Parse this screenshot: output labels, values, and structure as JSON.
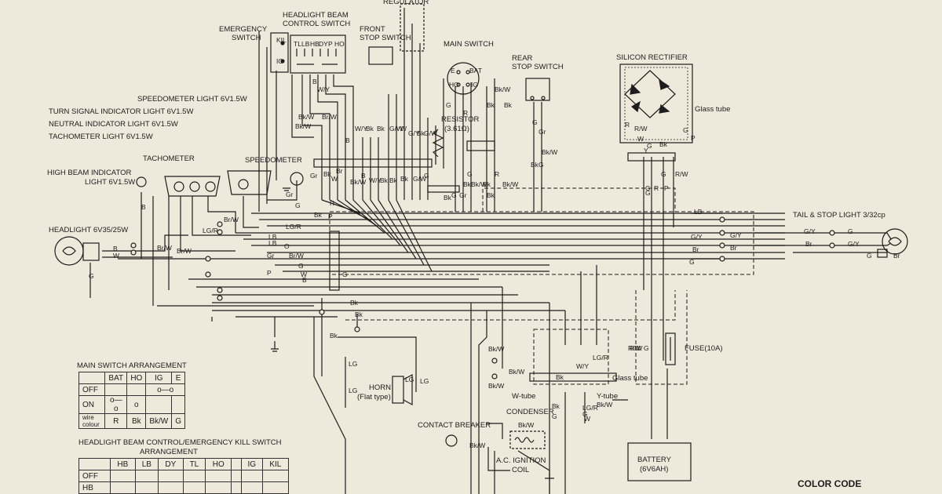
{
  "components": {
    "regulator": "REGULATOR",
    "headlight_beam_control_switch": [
      "HEADLIGHT BEAM",
      "CONTROL SWITCH"
    ],
    "emergency_switch": [
      "EMERGENCY",
      "SWITCH"
    ],
    "front_stop_switch": [
      "FRONT",
      "STOP SWITCH"
    ],
    "main_switch": "MAIN SWITCH",
    "rear_stop_switch": [
      "REAR",
      "STOP SWITCH"
    ],
    "silicon_rectifier": "SILICON RECTIFIER",
    "glass_tube": "Glass tube",
    "resistor": [
      "RESISTOR",
      "(3.61Ω)"
    ],
    "speedometer_light": "SPEEDOMETER LIGHT 6V1.5W",
    "turn_signal_indicator_light": "TURN SIGNAL INDICATOR LIGHT 6V1.5W",
    "neutral_indicator_light": "NEUTRAL INDICATOR LIGHT 6V1.5W",
    "tachometer_light": "TACHOMETER LIGHT 6V1.5W",
    "tachometer": "TACHOMETER",
    "speedometer": "SPEEDOMETER",
    "high_beam_indicator": [
      "HIGH BEAM INDICATOR",
      "LIGHT 6V1.5W"
    ],
    "headlight": "HEADLIGHT 6V35/25W",
    "tail_stop_light": "TAIL & STOP LIGHT 3/32cp",
    "horn": [
      "HORN",
      "(Flat type)"
    ],
    "contact_breaker": "CONTACT BREAKER",
    "condenser": "CONDENSER",
    "ignition_coil": [
      "A.C. IGNITION",
      "COIL"
    ],
    "fuse": "FUSE(10A)",
    "glass_tube_2": "Glass tube",
    "w_tube": "W-tube",
    "y_tube": "Y-tube",
    "battery": [
      "BATTERY",
      "(6V6AH)"
    ],
    "color_code": "COLOR CODE"
  },
  "switch_internal_labels": {
    "emergency": [
      "KIL",
      "IG"
    ],
    "beam": [
      "TL",
      "LB",
      "HB",
      "DY",
      "P",
      "HO"
    ],
    "main": [
      "BAT",
      "IG",
      "HO",
      "E"
    ]
  },
  "wire_labels": {
    "top_left": [
      "B",
      "W/Y",
      "Bk/W",
      "Br/W",
      "Bk/W",
      "B",
      "W/Y",
      "Bk",
      "Bk",
      "G/W",
      "W",
      "G/Y",
      "Bk",
      "G/W",
      "R",
      "G",
      "Bk/W",
      "Bk",
      "Bk",
      "R/W",
      "Bk",
      "G"
    ],
    "connector_row": [
      "Gr",
      "Bk",
      "W",
      "Br",
      "Bk/W",
      "B",
      "W/Y",
      "Bk",
      "Bk",
      "Bk",
      "G/W",
      "G"
    ],
    "misc": [
      "Gr",
      "G",
      "B",
      "P",
      "LB",
      "Br/W",
      "LG/R",
      "Bk",
      "Br/W",
      "LB",
      "Br/W",
      "LG/R",
      "Gr",
      "O",
      "P",
      "Br/W",
      "G",
      "W",
      "B",
      "G",
      "Bk",
      "Bk",
      "R",
      "G",
      "Gr",
      "Bk",
      "Bk",
      "G",
      "Bk/W",
      "Bk",
      "Bk",
      "R",
      "Bk/W",
      "G",
      "Gr",
      "Bk",
      "G",
      "Bk/W",
      "Y",
      "G",
      "R",
      "G",
      "P",
      "R/W",
      "G",
      "P",
      "R",
      "W",
      "G",
      "R/W"
    ],
    "right": [
      "LB",
      "G/Y",
      "Br",
      "G",
      "G/Y",
      "Br",
      "G/Y",
      "Br",
      "G",
      "G/Y",
      "G",
      "Br"
    ],
    "headlight": [
      "B",
      "W",
      "G"
    ],
    "lower": [
      "Bk",
      "LG",
      "LG",
      "LG",
      "LG",
      "Bk/W",
      "Bk/W",
      "Bk/W",
      "W/Y",
      "LG/R",
      "Bk/W",
      "G",
      "Bk",
      "Bk/W",
      "LG/R",
      "W",
      "G",
      "Bk/W",
      "Bk",
      "R/W",
      "G"
    ]
  },
  "main_switch_table": {
    "title": "MAIN SWITCH ARRANGEMENT",
    "headers": [
      "",
      "BAT",
      "HO",
      "IG",
      "E"
    ],
    "rows": [
      {
        "label": "OFF",
        "cells": [
          "",
          "",
          "o—o",
          ""
        ]
      },
      {
        "label": "ON",
        "cells": [
          "o—o",
          "o",
          "",
          ""
        ]
      },
      {
        "label": "wire colour",
        "cells": [
          "R",
          "Bk",
          "Bk/W",
          "G"
        ]
      }
    ]
  },
  "beam_switch_table": {
    "title": "HEADLIGHT BEAM CONTROL/EMERGENCY KILL SWITCH",
    "subtitle": "ARRANGEMENT",
    "headers": [
      "",
      "HB",
      "LB",
      "DY",
      "TL",
      "HO",
      "",
      "IG",
      "KIL"
    ],
    "rows": [
      {
        "label": "OFF",
        "cells": [
          "",
          "",
          "",
          "",
          "",
          "",
          "",
          ""
        ]
      },
      {
        "label": "HB",
        "cells": [
          "",
          "",
          "",
          "",
          "",
          "",
          "",
          ""
        ]
      }
    ]
  }
}
